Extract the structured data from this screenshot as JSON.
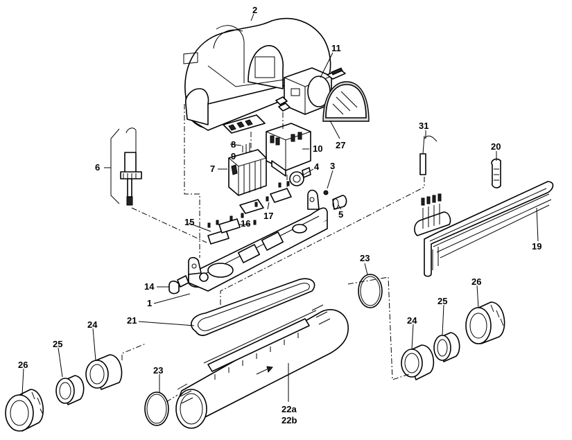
{
  "callouts": [
    {
      "id": "p2",
      "text": "2"
    },
    {
      "id": "p11",
      "text": "11"
    },
    {
      "id": "p27",
      "text": "27"
    },
    {
      "id": "p8",
      "text": "8"
    },
    {
      "id": "p9",
      "text": "9"
    },
    {
      "id": "p10",
      "text": "10"
    },
    {
      "id": "p6",
      "text": "6"
    },
    {
      "id": "p7",
      "text": "7"
    },
    {
      "id": "p4",
      "text": "4"
    },
    {
      "id": "p3",
      "text": "3"
    },
    {
      "id": "p5",
      "text": "5"
    },
    {
      "id": "p31",
      "text": "31"
    },
    {
      "id": "p20",
      "text": "20"
    },
    {
      "id": "p19",
      "text": "19"
    },
    {
      "id": "p15",
      "text": "15"
    },
    {
      "id": "p16",
      "text": "16"
    },
    {
      "id": "p17",
      "text": "17"
    },
    {
      "id": "p14",
      "text": "14"
    },
    {
      "id": "p1",
      "text": "1"
    },
    {
      "id": "p23a",
      "text": "23"
    },
    {
      "id": "p26a",
      "text": "26"
    },
    {
      "id": "p25a",
      "text": "25"
    },
    {
      "id": "p24a",
      "text": "24"
    },
    {
      "id": "p21",
      "text": "21"
    },
    {
      "id": "p22a",
      "text": "22a"
    },
    {
      "id": "p22b",
      "text": "22b"
    },
    {
      "id": "p23b",
      "text": "23"
    },
    {
      "id": "p26b",
      "text": "26"
    },
    {
      "id": "p25b",
      "text": "25"
    },
    {
      "id": "p24b",
      "text": "24"
    }
  ]
}
